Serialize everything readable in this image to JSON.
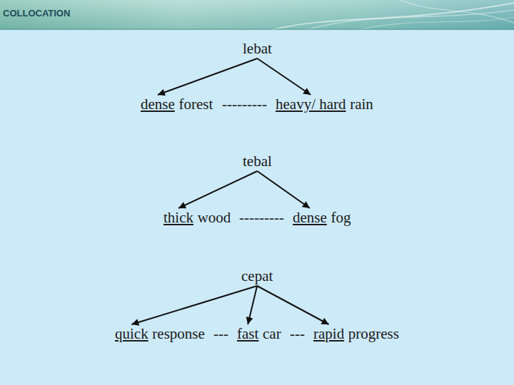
{
  "diagram": {
    "title": "COLLOCATION",
    "nodes": [
      {
        "text": [
          "lebat"
        ]
      },
      {
        "text": [
          "dense",
          "forest"
        ]
      },
      {
        "text": [
          "heavy/ hard",
          "rain"
        ]
      },
      {
        "text": [
          "tebal"
        ]
      },
      {
        "text": [
          "thick",
          "wood"
        ]
      },
      {
        "text": [
          "dense",
          "fog"
        ]
      },
      {
        "text": [
          "cepat"
        ]
      },
      {
        "text": [
          "quick",
          "response"
        ]
      },
      {
        "text": [
          "fast",
          "car"
        ]
      },
      {
        "text": [
          "rapid",
          "progress"
        ]
      }
    ],
    "edges": [
      {
        "from": 0,
        "to": 1,
        "arrow": "to"
      },
      {
        "from": 0,
        "to": 2,
        "arrow": "to"
      },
      {
        "from": 3,
        "to": 4,
        "arrow": "to"
      },
      {
        "from": 3,
        "to": 5,
        "arrow": "to"
      },
      {
        "from": 6,
        "to": 7,
        "arrow": "to"
      },
      {
        "from": 6,
        "to": 8,
        "arrow": "to"
      },
      {
        "from": 6,
        "to": 9,
        "arrow": "to"
      }
    ],
    "labels": [
      "---------",
      "---------",
      "---",
      "---"
    ]
  }
}
